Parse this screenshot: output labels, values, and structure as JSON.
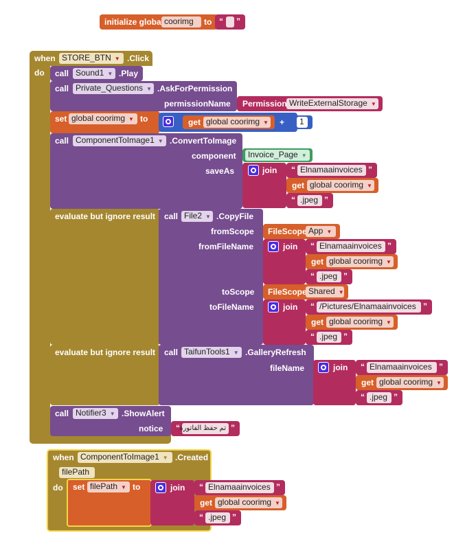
{
  "colors": {
    "event": "#a5872f",
    "procedure": "#764d8f",
    "variable": "#d75f2a",
    "text": "#b32c5e",
    "math": "#3860c4",
    "component": "#3f9b5e",
    "field": "#f4d1c8"
  },
  "init_global": {
    "prefix": "initialize global",
    "var_name": "coorimg",
    "to": "to",
    "value": ""
  },
  "store_click": {
    "when": "when",
    "component": "STORE_BTN",
    "event": ".Click",
    "do": "do",
    "sound_call": {
      "call": "call",
      "component": "Sound1",
      "method": ".Play"
    },
    "ask_permission": {
      "call": "call",
      "component": "Private_Questions",
      "method": ".AskForPermission",
      "param": "permissionName",
      "permission_label": "Permission",
      "permission_value": "WriteExternalStorage"
    },
    "set_global": {
      "set": "set",
      "var": "global coorimg",
      "to": "to",
      "get": "get",
      "get_var": "global coorimg",
      "op": "+",
      "num": "1"
    },
    "convert": {
      "call": "call",
      "component": "ComponentToImage1",
      "method": ".ConvertToImage",
      "param_component": "component",
      "component_value": "Invoice_Page",
      "param_saveas": "saveAs",
      "join": "join",
      "text1": "Elnamaainvoices",
      "get": "get",
      "get_var": "global coorimg",
      "text2": ".jpeg"
    },
    "copy_file": {
      "evaluate": "evaluate but ignore result",
      "call": "call",
      "component": "File2",
      "method": ".CopyFile",
      "p_from_scope": "fromScope",
      "filescope": "FileScope",
      "from_scope_value": "App",
      "p_from_file": "fromFileName",
      "join": "join",
      "from_text1": "Elnamaainvoices",
      "get": "get",
      "get_var": "global coorimg",
      "from_text2": ".jpeg",
      "p_to_scope": "toScope",
      "to_scope_value": "Shared",
      "p_to_file": "toFileName",
      "to_text1": "/Pictures/Elnamaainvoices",
      "to_text2": ".jpeg"
    },
    "gallery": {
      "evaluate": "evaluate but ignore result",
      "call": "call",
      "component": "TaifunTools1",
      "method": ".GalleryRefresh",
      "param": "fileName",
      "join": "join",
      "text1": "Elnamaainvoices",
      "get": "get",
      "get_var": "global coorimg",
      "text2": ".jpeg"
    },
    "notifier": {
      "call": "call",
      "component": "Notifier3",
      "method": ".ShowAlert",
      "param": "notice",
      "text": "تم حفظ الفاتورة"
    }
  },
  "created": {
    "when": "when",
    "component": "ComponentToImage1",
    "event": ".Created",
    "param": "filePath",
    "do": "do",
    "set": "set",
    "set_var": "filePath",
    "to": "to",
    "join": "join",
    "text1": "Elnamaainvoices",
    "get": "get",
    "get_var": "global coorimg",
    "text2": ".jpeg"
  }
}
